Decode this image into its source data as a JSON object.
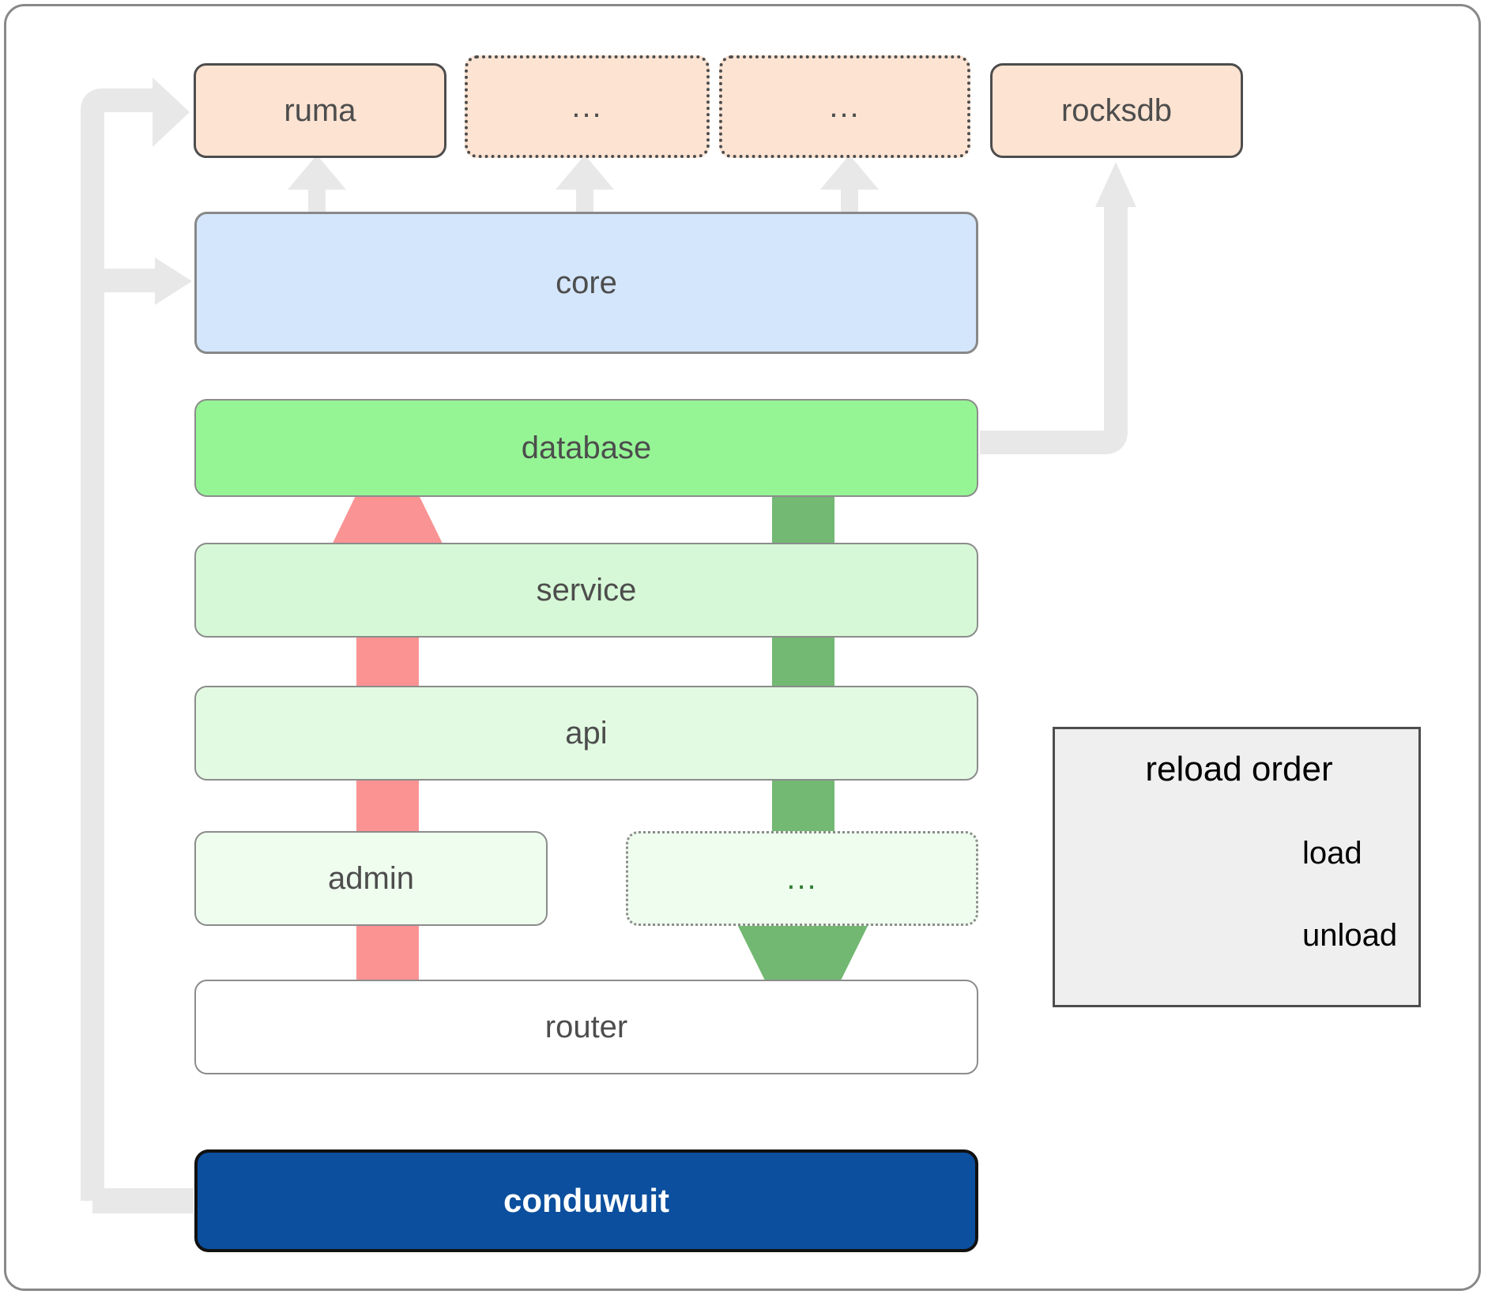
{
  "diagram": {
    "title": "conduwuit crate layer / reload order diagram",
    "colors": {
      "dependency_fill": "#fde3d2",
      "dependency_stroke": "#4d4d4d",
      "core_fill": "#d4e6fb",
      "core_stroke": "#888888",
      "layer_stroke": "#8c8c8c",
      "conduwuit_fill": "#0b4f9e",
      "conduwuit_text": "#ffffff",
      "load_arrow": "#4caf50",
      "unload_arrow": "#f98080",
      "connector_arrow": "#e8e8e8",
      "legend_fill": "#efefef",
      "legend_stroke": "#4d4d4d",
      "frame_stroke": "#888888"
    },
    "dependencies": [
      {
        "label": "ruma",
        "style": "solid",
        "fill": "#fde3d2"
      },
      {
        "label": "...",
        "style": "dotted",
        "fill": "#fde3d2"
      },
      {
        "label": "...",
        "style": "dotted",
        "fill": "#fde3d2"
      },
      {
        "label": "rocksdb",
        "style": "solid",
        "fill": "#fde3d2"
      }
    ],
    "core": {
      "label": "core",
      "fill": "#d4e6fb"
    },
    "layers": [
      {
        "label": "database",
        "fill": "#95f595",
        "style": "solid"
      },
      {
        "label": "service",
        "fill": "#d6f8d6",
        "style": "solid"
      },
      {
        "label": "api",
        "fill": "#e2fae2",
        "style": "solid"
      },
      {
        "label": "admin",
        "fill": "#effdef",
        "style": "solid"
      },
      {
        "label": "...",
        "fill": "#effdef",
        "style": "dotted"
      },
      {
        "label": "router",
        "fill": "#ffffff",
        "style": "solid"
      }
    ],
    "root": {
      "label": "conduwuit"
    },
    "legend": {
      "title": "reload order",
      "entries": [
        {
          "label": "load",
          "color": "#4caf50",
          "direction": "right"
        },
        {
          "label": "unload",
          "color": "#f98080",
          "direction": "right"
        }
      ]
    },
    "flow_arrows": [
      {
        "name": "load-arrow",
        "label": "load",
        "color": "#4caf50",
        "direction": "down",
        "from": "database",
        "to": "router"
      },
      {
        "name": "unload-arrow",
        "label": "unload",
        "color": "#f98080",
        "direction": "up",
        "from": "router",
        "to": "database"
      }
    ],
    "connectors": [
      {
        "name": "core-to-ruma",
        "from": "core",
        "to": "ruma",
        "color": "#e8e8e8"
      },
      {
        "name": "core-to-dots-1",
        "from": "core",
        "to": "...",
        "color": "#e8e8e8"
      },
      {
        "name": "core-to-dots-2",
        "from": "core",
        "to": "...",
        "color": "#e8e8e8"
      },
      {
        "name": "database-to-rocksdb",
        "from": "database",
        "to": "rocksdb",
        "color": "#e8e8e8"
      },
      {
        "name": "conduwuit-to-core",
        "from": "conduwuit",
        "to": "core",
        "color": "#e8e8e8"
      },
      {
        "name": "conduwuit-to-ruma",
        "from": "conduwuit",
        "to": "ruma",
        "color": "#e8e8e8"
      }
    ]
  }
}
